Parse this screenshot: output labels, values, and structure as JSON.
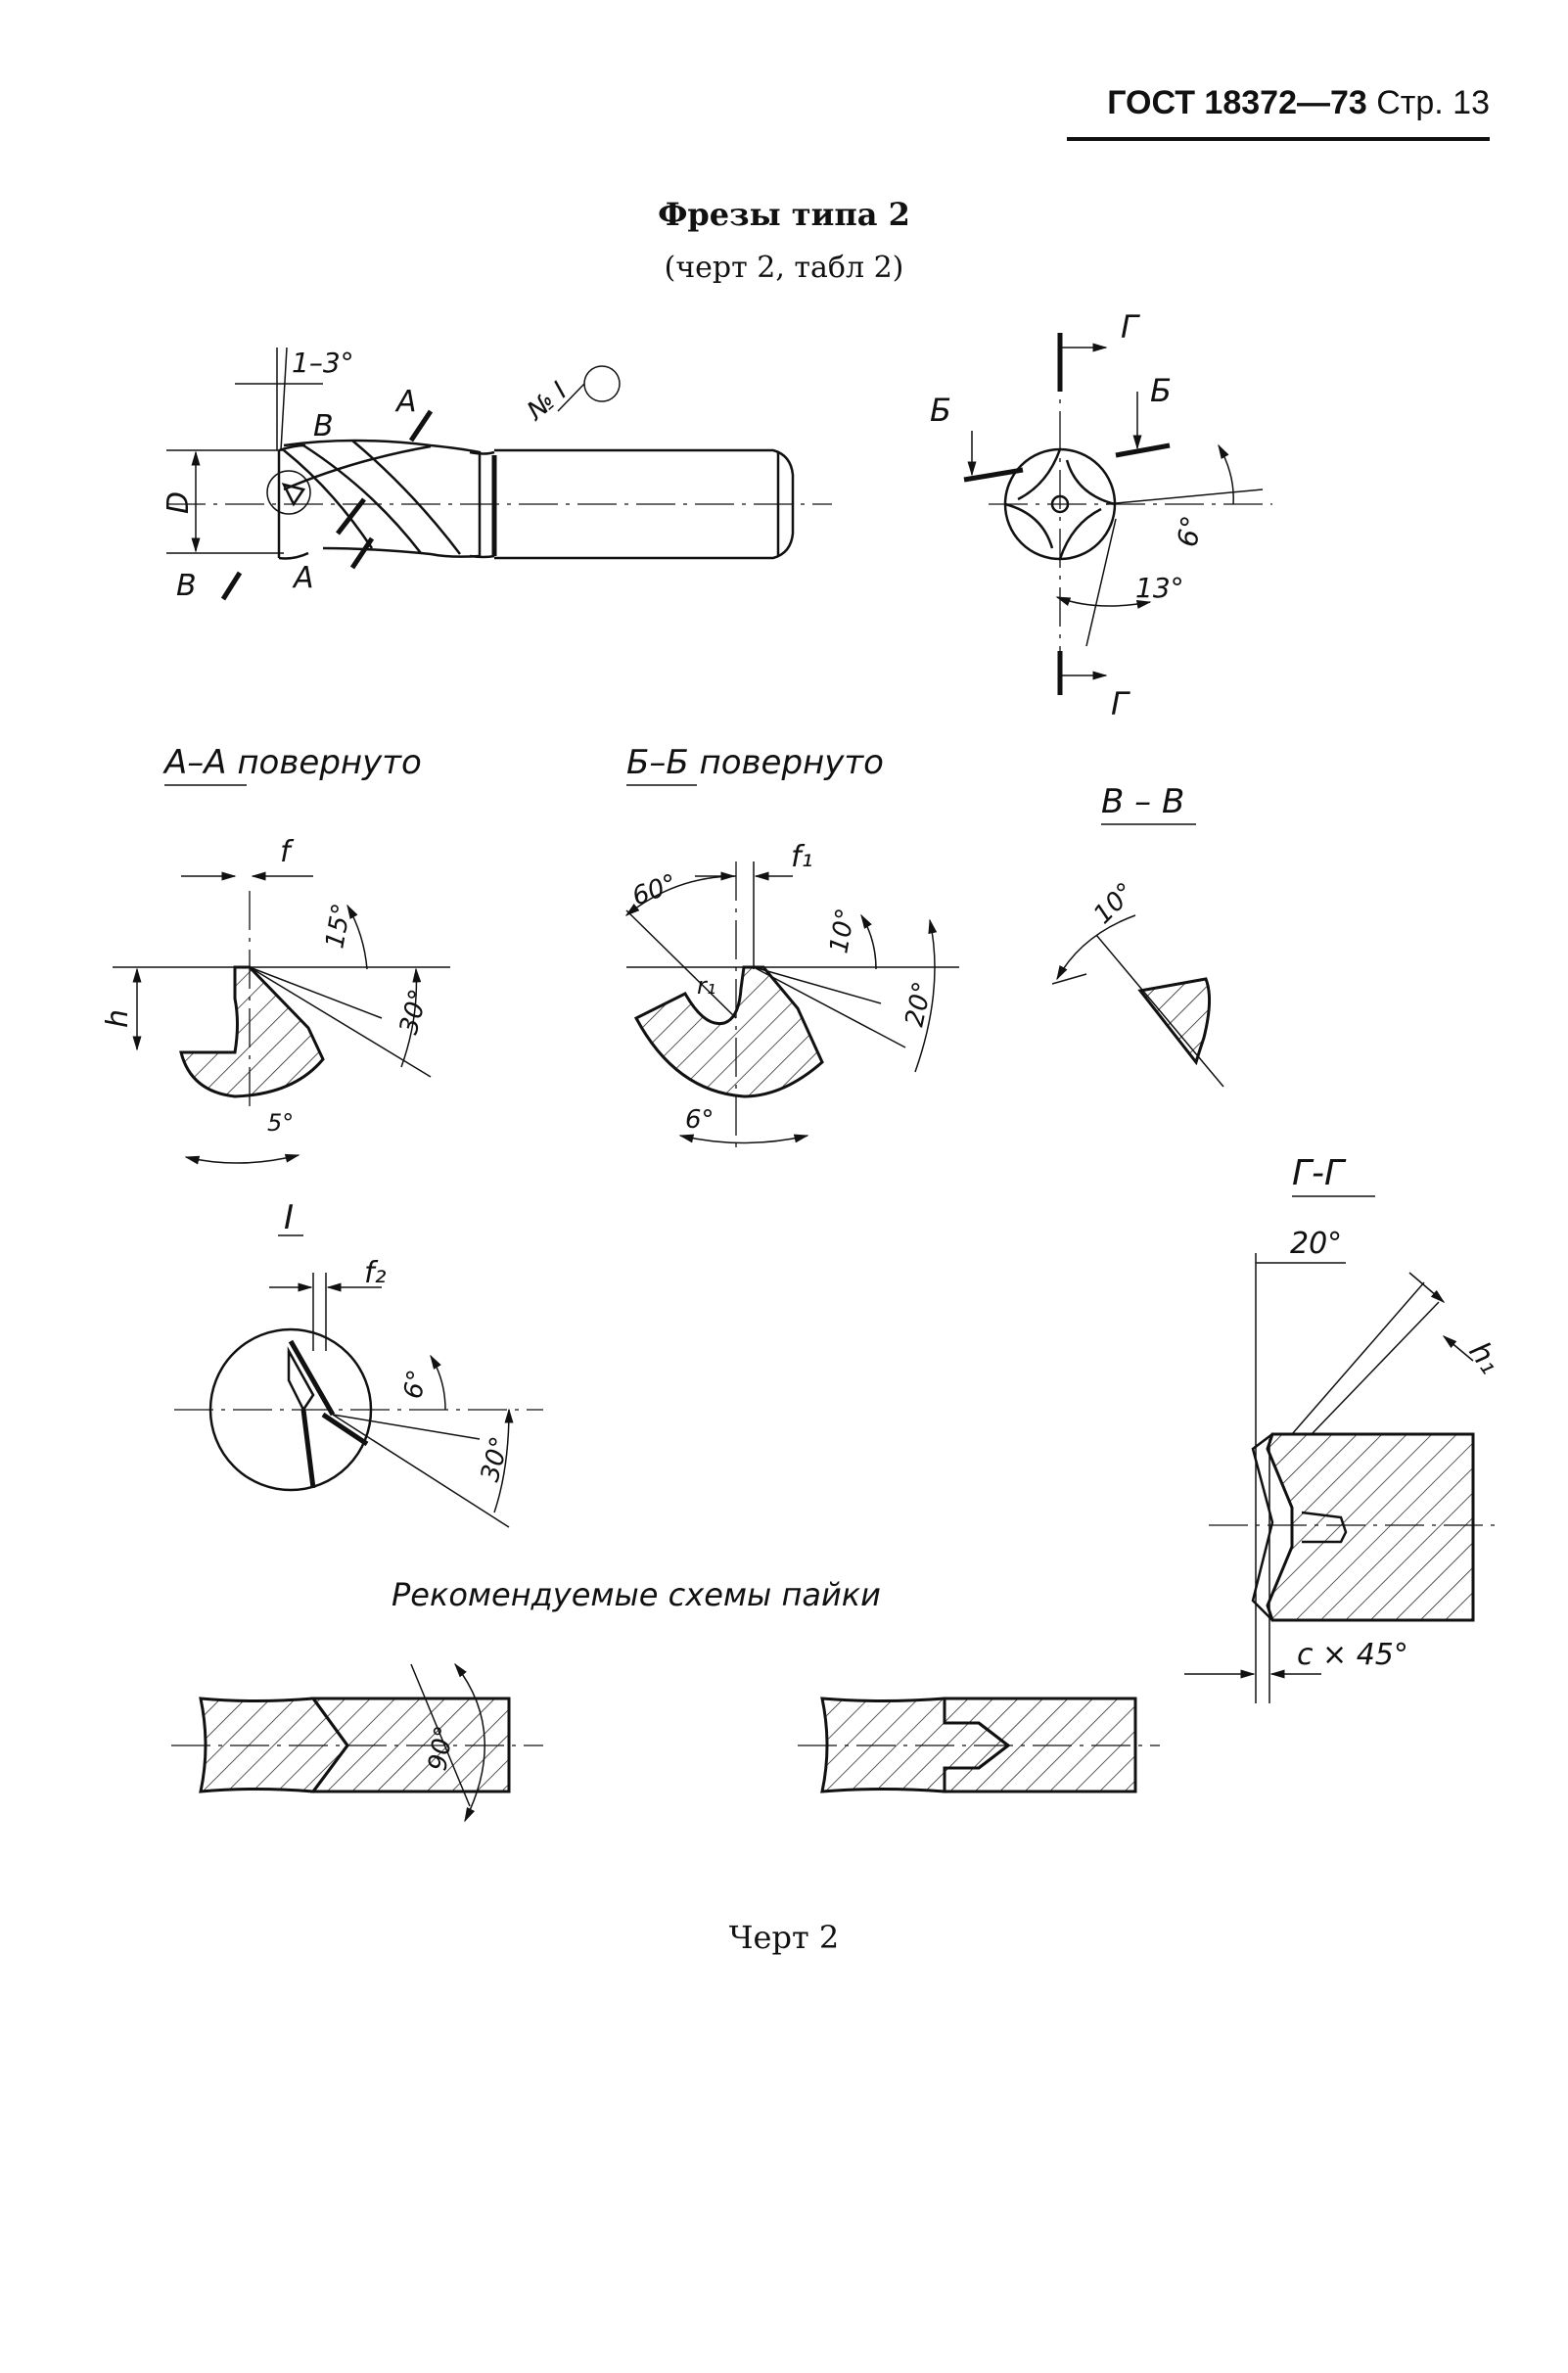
{
  "header": {
    "standard": "ГОСТ 18372—73",
    "page": "Стр. 13"
  },
  "title": "Фрезы типа 2",
  "subtitle": "(черт 2, табл 2)",
  "labels": {
    "angle_1_3": "1–3°",
    "no_I": "№ I",
    "dim_D": "D",
    "letter_A": "А",
    "letter_B": "Б",
    "letter_V": "В",
    "letter_G": "Г",
    "angle_6": "6°",
    "angle_13": "13°",
    "section_AA": "А–А повернуто",
    "section_BB": "Б–Б повернуто",
    "section_VV": "В – В",
    "section_GG": "Г-Г",
    "view_I": "I",
    "dim_f": "f",
    "dim_f1": "f₁",
    "dim_f2": "f₂",
    "dim_h": "h",
    "dim_h1": "h₁",
    "dim_r1": "r₁",
    "angle_5": "5°",
    "angle_10": "10°",
    "angle_15": "15°",
    "angle_20": "20°",
    "angle_30": "30°",
    "angle_60": "60°",
    "angle_90": "90°",
    "chamfer": "c × 45°",
    "recommended": "Рекомендуемые схемы пайки"
  },
  "caption": "Черт 2"
}
